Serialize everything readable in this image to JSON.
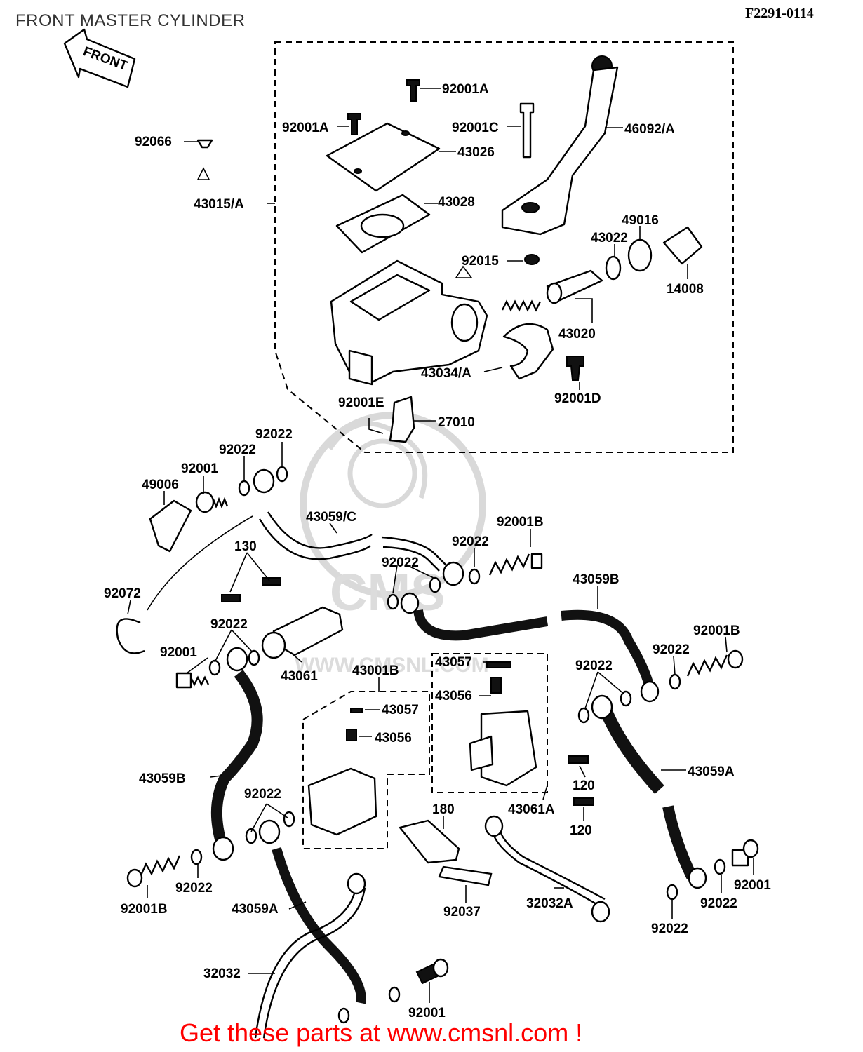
{
  "header": {
    "title": "FRONT MASTER CYLINDER",
    "diagram_code": "F2291-0114",
    "direction_label": "FRONT"
  },
  "watermark": {
    "brand": "CMS",
    "url": "WWW.CMSNL.COM"
  },
  "footer": {
    "promo": "Get these parts at www.cmsnl.com !",
    "color": "#ff0000"
  },
  "callouts": [
    {
      "label": "92001A"
    },
    {
      "label": "92001A"
    },
    {
      "label": "92001C"
    },
    {
      "label": "46092/A"
    },
    {
      "label": "92066"
    },
    {
      "label": "43026"
    },
    {
      "label": "43015/A"
    },
    {
      "label": "43028"
    },
    {
      "label": "49016"
    },
    {
      "label": "43022"
    },
    {
      "label": "92015"
    },
    {
      "label": "14008"
    },
    {
      "label": "43020"
    },
    {
      "label": "43034/A"
    },
    {
      "label": "92001D"
    },
    {
      "label": "92001E"
    },
    {
      "label": "27010"
    },
    {
      "label": "92022"
    },
    {
      "label": "92022"
    },
    {
      "label": "92001"
    },
    {
      "label": "49006"
    },
    {
      "label": "43059/C"
    },
    {
      "label": "92001B"
    },
    {
      "label": "92022"
    },
    {
      "label": "130"
    },
    {
      "label": "92022"
    },
    {
      "label": "92072"
    },
    {
      "label": "43059B"
    },
    {
      "label": "92022"
    },
    {
      "label": "92001B"
    },
    {
      "label": "92001"
    },
    {
      "label": "43061"
    },
    {
      "label": "43001B"
    },
    {
      "label": "43057"
    },
    {
      "label": "92022"
    },
    {
      "label": "92022"
    },
    {
      "label": "43056"
    },
    {
      "label": "43057"
    },
    {
      "label": "43056"
    },
    {
      "label": "43059B"
    },
    {
      "label": "92022"
    },
    {
      "label": "43059A"
    },
    {
      "label": "120"
    },
    {
      "label": "43061A"
    },
    {
      "label": "120"
    },
    {
      "label": "180"
    },
    {
      "label": "92001B"
    },
    {
      "label": "92022"
    },
    {
      "label": "92001"
    },
    {
      "label": "43059A"
    },
    {
      "label": "92037"
    },
    {
      "label": "32032A"
    },
    {
      "label": "92022"
    },
    {
      "label": "92022"
    },
    {
      "label": "32032"
    },
    {
      "label": "92001"
    }
  ]
}
